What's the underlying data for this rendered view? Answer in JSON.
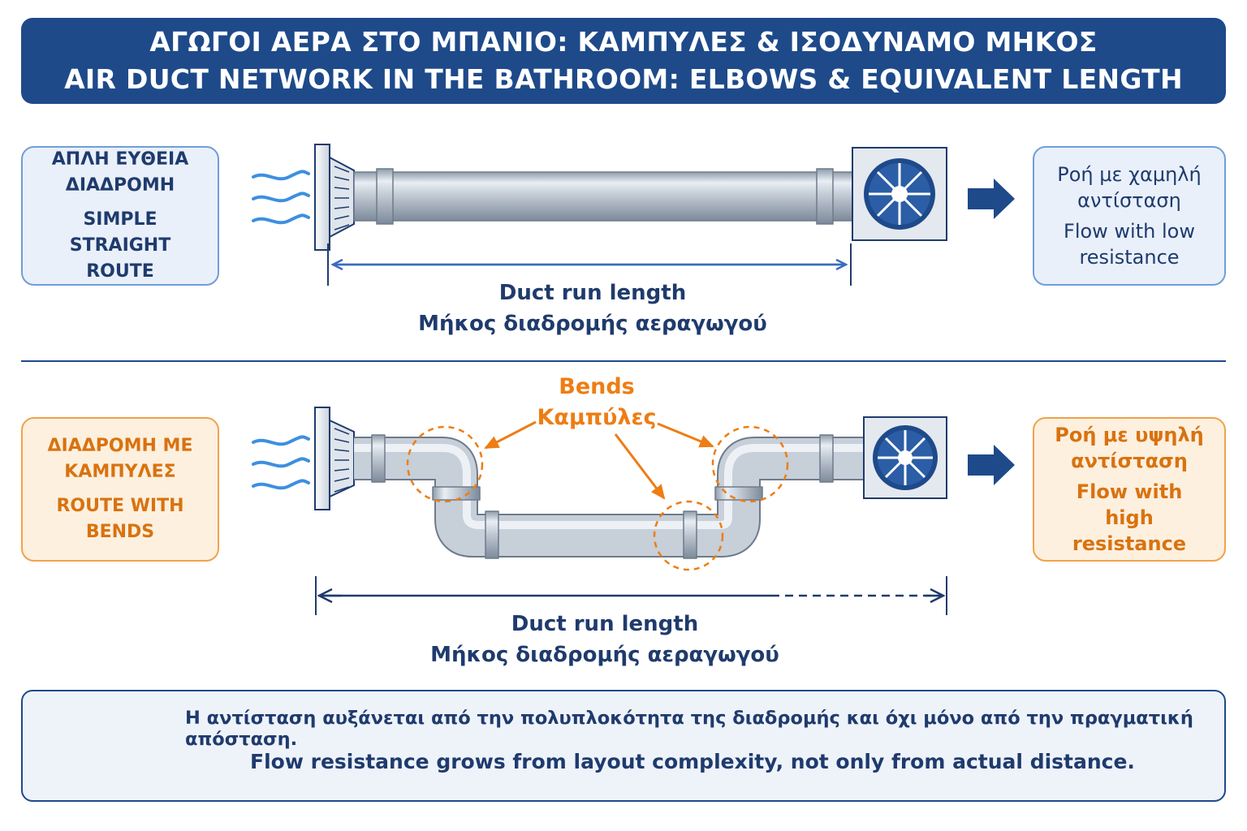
{
  "header": {
    "title_gr": "ΑΓΩΓΟΙ ΑΕΡΑ ΣΤΟ ΜΠΑΝΙΟ: ΚΑΜΠΥΛΕΣ & ΙΣΟΔΥΝΑΜΟ ΜΗΚΟΣ",
    "title_en": "AIR DUCT NETWORK IN THE BATHROOM: ELBOWS & EQUIVALENT LENGTH"
  },
  "straight": {
    "route_gr": "ΑΠΛΗ ΕΥΘΕΙΑ ΔΙΑΔΡΟΜΗ",
    "route_en": "SIMPLE STRAIGHT ROUTE",
    "result_gr": "Ροή με χαμηλή αντίσταση",
    "result_en": "Flow with low resistance",
    "length_en": "Duct run length",
    "length_gr": "Μήκος διαδρομής αεραγωγού"
  },
  "bends": {
    "route_gr": "ΔΙΑΔΡΟΜΗ ΜΕ ΚΑΜΠΥΛΕΣ",
    "route_en": "ROUTE WITH BENDS",
    "result_gr": "Ροή με υψηλή αντίσταση",
    "result_en": "Flow with high resistance",
    "bends_en": "Bends",
    "bends_gr": "Καμπύλες",
    "length_en": "Duct run length",
    "length_gr": "Μήκος διαδρομής αεραγωγού"
  },
  "footer": {
    "note_gr": "Η αντίσταση αυξάνεται από την πολυπλοκότητα της διαδρομής και όχι μόνο από την πραγματική απόσταση.",
    "note_en": "Flow resistance grows from layout complexity, not only from actual distance."
  },
  "colors": {
    "navy": "#1e4a8a",
    "blue_border": "#6f9fd6",
    "orange": "#ee7d14",
    "air_wave": "#3d8fe0",
    "pipe": "#b9c3cf",
    "warning": "#f08a16"
  },
  "icons": [
    "air-flow-icon",
    "grille-icon",
    "fan-icon",
    "arrow-right-icon",
    "warning-icon"
  ]
}
